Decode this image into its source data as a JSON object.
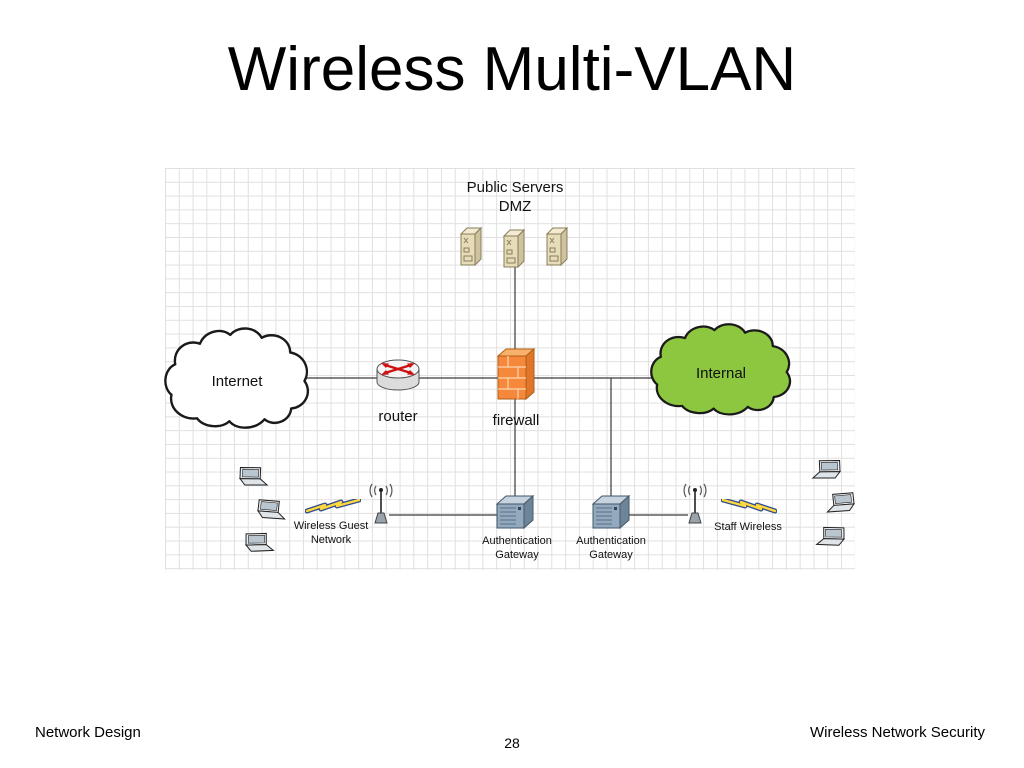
{
  "slide": {
    "title": "Wireless Multi-VLAN",
    "page_number": "28",
    "footer_left": "Network Design",
    "footer_right": "Wireless Network Security"
  },
  "diagram": {
    "labels": {
      "public_servers": "Public Servers\nDMZ",
      "internet": "Internet",
      "router": "router",
      "firewall": "firewall",
      "internal": "Internal",
      "auth_gateway": "Authentication\nGateway",
      "wireless_guest": "Wireless Guest\nNetwork",
      "staff_wireless": "Staff Wireless"
    },
    "colors": {
      "internet_cloud": "#ffffff",
      "internal_cloud": "#8dc63f",
      "firewall_front": "#f5883a",
      "bolt_yellow": "#ffd83d",
      "bolt_outline": "#2f4d8f",
      "wire": "#3a3a3a",
      "grid": "#e0e0e0"
    },
    "icons": {
      "dmz_server": "tower-server-icon",
      "router": "router-cylinder-icon",
      "firewall": "brick-firewall-icon",
      "auth_gateway": "rack-server-icon",
      "access_point": "antenna-icon",
      "wireless_link": "lightning-bolt-icon",
      "client": "laptop-icon",
      "network": "cloud-icon"
    },
    "counts": {
      "dmz_servers": 3,
      "guest_laptops": 3,
      "staff_laptops": 3
    }
  }
}
